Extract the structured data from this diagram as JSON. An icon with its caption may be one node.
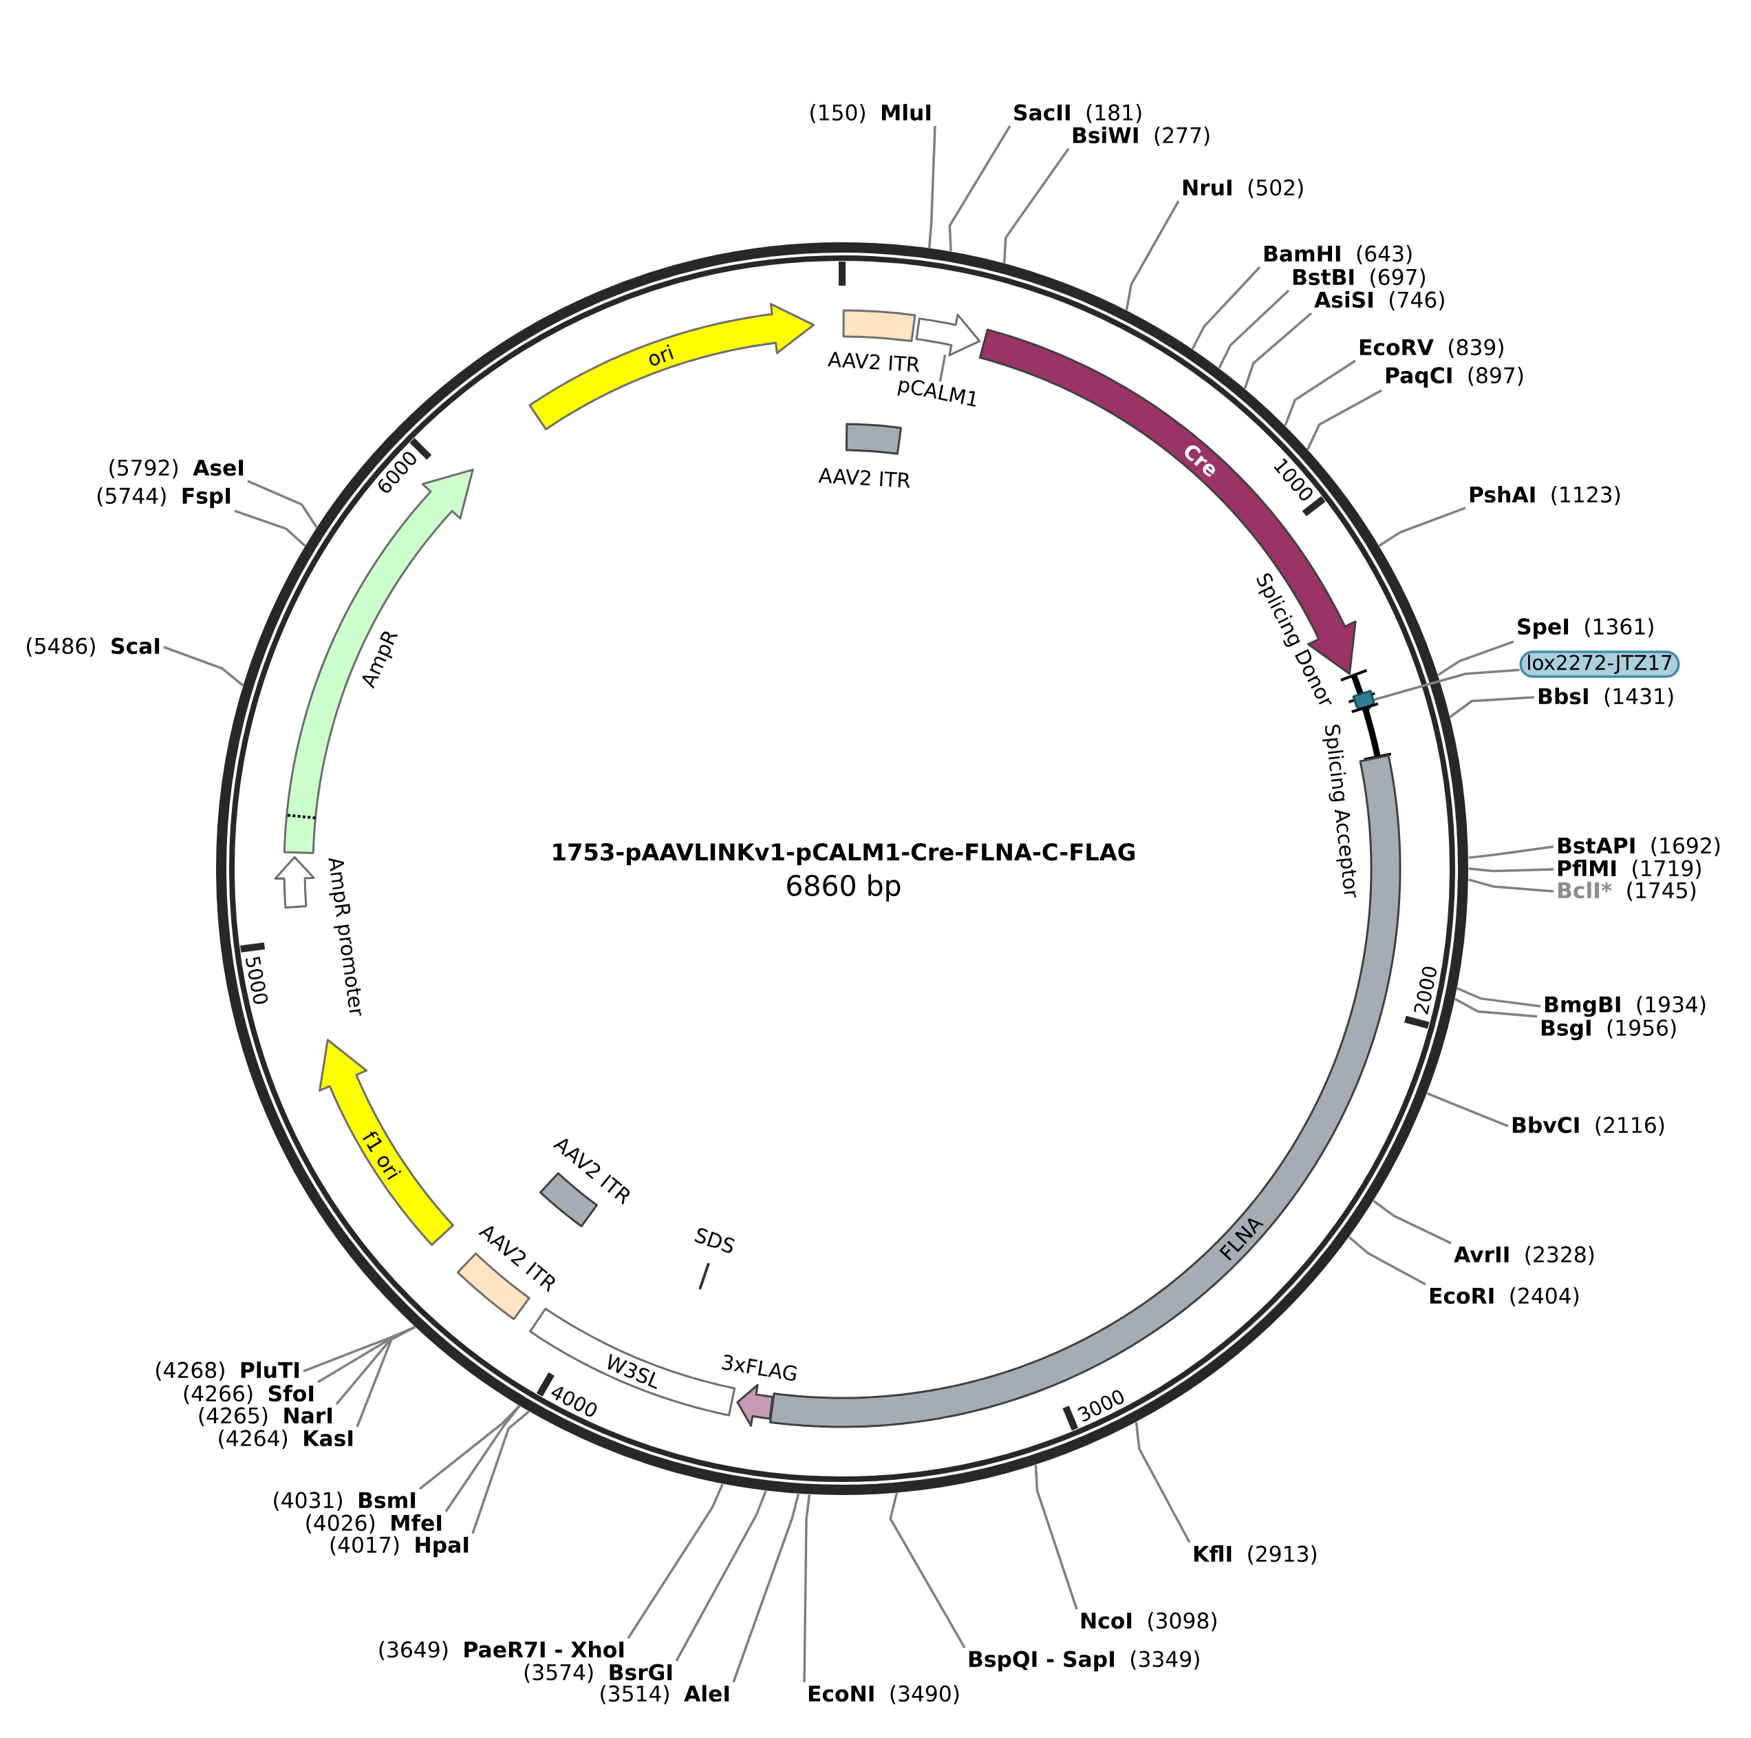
{
  "diagram": {
    "title": "1753-pAAVLINKv1-pCALM1-Cre-FLNA-C-FLAG",
    "nodes": [
      {
        "text": [],
        "shape": "circle"
      },
      {
        "text": [],
        "shape": "box",
        "beside": [
          "AAV2 ITR"
        ],
        "in": 0
      },
      {
        "text": [],
        "shape": "arrow",
        "in": 0
      },
      {
        "text": [
          "pCALM1"
        ],
        "in": 0
      },
      {
        "text": [],
        "shape": "box",
        "beside": [
          "AAV2 ITR"
        ],
        "in": 0
      },
      {
        "text": [
          "Cre"
        ],
        "in": 0
      },
      {
        "text": [],
        "shape": "bar",
        "beside": [
          "Splicing Donor"
        ],
        "in": 0
      },
      {
        "text": [],
        "shape": "arrow",
        "in": 0
      },
      {
        "text": [],
        "shape": "bar",
        "beside": [
          "Splicing Acceptor"
        ],
        "in": 0
      },
      {
        "text": [
          "FLNA"
        ],
        "in": 0
      },
      {
        "text": [],
        "shape": "arrow",
        "beside": [
          "3xFLAG"
        ],
        "in": 0
      },
      {
        "text": [],
        "shape": "bar",
        "beside": [
          "SDS"
        ],
        "in": 0
      },
      {
        "text": [
          "W3SL"
        ],
        "in": 0
      },
      {
        "text": [],
        "shape": "box",
        "beside": [
          "AAV2 ITR"
        ],
        "in": 0
      },
      {
        "text": [],
        "shape": "box",
        "beside": [
          "AAV2 ITR"
        ],
        "in": 0
      },
      {
        "text": [
          "f1 ori"
        ],
        "in": 0
      },
      {
        "text": [],
        "shape": "arrow",
        "beside": [
          "AmpR promoter"
        ],
        "in": 0
      },
      {
        "text": [],
        "shape": "arrow",
        "beside": [
          "AmpR"
        ],
        "in": 0
      },
      {
        "text": [
          "ori"
        ],
        "in": 0
      },
      {
        "text": [
          "(150)",
          "MluI"
        ]
      },
      {
        "text": [
          "SacII",
          "(181)"
        ]
      },
      {
        "text": [
          "BsiWI",
          "(277)"
        ]
      },
      {
        "text": [
          "NruI",
          "(502)"
        ]
      },
      {
        "text": [
          "BamHI",
          "(643)"
        ]
      },
      {
        "text": [
          "BstBI",
          "(697)"
        ]
      },
      {
        "text": [
          "AsiSI",
          "(746)"
        ]
      },
      {
        "text": [
          "EcoRV",
          "(839)"
        ]
      },
      {
        "text": [
          "PaqCI",
          "(897)"
        ]
      },
      {
        "text": [
          "PshAI",
          "(1123)"
        ]
      },
      {
        "text": [
          "SpeI",
          "(1361)"
        ]
      },
      {
        "text": [
          "lox2272-JTZ17"
        ]
      },
      {
        "text": [
          "BbsI",
          "(1431)"
        ]
      },
      {
        "text": [
          "BstAPI",
          "(1692)"
        ]
      },
      {
        "text": [
          "PflMI",
          "(1719)"
        ]
      },
      {
        "text": [
          "BclI*",
          "(1745)"
        ]
      },
      {
        "text": [
          "BmgBI",
          "(1934)"
        ]
      },
      {
        "text": [
          "BsgI",
          "(1956)"
        ]
      },
      {
        "text": [
          "BbvCI",
          "(2116)"
        ]
      },
      {
        "text": [
          "AvrII",
          "(2328)"
        ]
      },
      {
        "text": [
          "EcoRI",
          "(2404)"
        ]
      },
      {
        "text": [
          "KflI",
          "(2913)"
        ]
      },
      {
        "text": [
          "NcoI",
          "(3098)"
        ]
      },
      {
        "text": [
          "BspQI - SapI",
          "(3349)"
        ]
      },
      {
        "text": [
          "EcoNI",
          "(3490)"
        ]
      },
      {
        "text": [
          "(3514)",
          "AleI"
        ]
      },
      {
        "text": [
          "(3574)",
          "BsrGI"
        ]
      },
      {
        "text": [
          "(3649)",
          "PaeR7I - XhoI"
        ]
      },
      {
        "text": [
          "(4017)",
          "HpaI"
        ]
      },
      {
        "text": [
          "(4026)",
          "MfeI"
        ]
      },
      {
        "text": [
          "(4031)",
          "BsmI"
        ]
      },
      {
        "text": [
          "(4264)",
          "KasI"
        ]
      },
      {
        "text": [
          "(4265)",
          "NarI"
        ]
      },
      {
        "text": [
          "(4266)",
          "SfoI"
        ]
      },
      {
        "text": [
          "(4268)",
          "PluTI"
        ]
      },
      {
        "text": [
          "(5486)",
          "ScaI"
        ]
      },
      {
        "text": [
          "(5744)",
          "FspI"
        ]
      },
      {
        "text": [
          "(5792)",
          "AseI"
        ]
      }
    ],
    "edges": [
      {
        "from": 3,
        "to": 2,
        "arrow": "none"
      },
      {
        "from": 30,
        "to": 7,
        "arrow": "none"
      },
      {
        "from": 19,
        "to": 0,
        "arrow": "none"
      },
      {
        "from": 20,
        "to": 0,
        "arrow": "none"
      },
      {
        "from": 21,
        "to": 0,
        "arrow": "none"
      },
      {
        "from": 22,
        "to": 0,
        "arrow": "none"
      },
      {
        "from": 23,
        "to": 0,
        "arrow": "none"
      },
      {
        "from": 24,
        "to": 0,
        "arrow": "none"
      },
      {
        "from": 25,
        "to": 0,
        "arrow": "none"
      },
      {
        "from": 26,
        "to": 0,
        "arrow": "none"
      },
      {
        "from": 27,
        "to": 0,
        "arrow": "none"
      },
      {
        "from": 28,
        "to": 0,
        "arrow": "none"
      },
      {
        "from": 29,
        "to": 0,
        "arrow": "none"
      },
      {
        "from": 31,
        "to": 0,
        "arrow": "none"
      },
      {
        "from": 32,
        "to": 0,
        "arrow": "none"
      },
      {
        "from": 33,
        "to": 0,
        "arrow": "none"
      },
      {
        "from": 34,
        "to": 0,
        "arrow": "none"
      },
      {
        "from": 35,
        "to": 0,
        "arrow": "none"
      },
      {
        "from": 36,
        "to": 0,
        "arrow": "none"
      },
      {
        "from": 37,
        "to": 0,
        "arrow": "none"
      },
      {
        "from": 38,
        "to": 0,
        "arrow": "none"
      },
      {
        "from": 39,
        "to": 0,
        "arrow": "none"
      },
      {
        "from": 40,
        "to": 0,
        "arrow": "none"
      },
      {
        "from": 41,
        "to": 0,
        "arrow": "none"
      },
      {
        "from": 42,
        "to": 0,
        "arrow": "none"
      },
      {
        "from": 43,
        "to": 0,
        "arrow": "none"
      },
      {
        "from": 44,
        "to": 0,
        "arrow": "none"
      },
      {
        "from": 45,
        "to": 0,
        "arrow": "none"
      },
      {
        "from": 46,
        "to": 0,
        "arrow": "none"
      },
      {
        "from": 47,
        "to": 0,
        "arrow": "none"
      },
      {
        "from": 48,
        "to": 0,
        "arrow": "none"
      },
      {
        "from": 49,
        "to": 0,
        "arrow": "none"
      },
      {
        "from": 50,
        "to": 0,
        "arrow": "none"
      },
      {
        "from": 51,
        "to": 0,
        "arrow": "none"
      },
      {
        "from": 52,
        "to": 0,
        "arrow": "none"
      },
      {
        "from": 53,
        "to": 0,
        "arrow": "none"
      },
      {
        "from": 54,
        "to": 0,
        "arrow": "none"
      },
      {
        "from": 55,
        "to": 0,
        "arrow": "none"
      },
      {
        "from": 56,
        "to": 0,
        "arrow": "none"
      }
    ],
    "labels": [
      "6860 bp",
      "1000",
      "2000",
      "3000",
      "4000",
      "5000",
      "6000"
    ]
  }
}
